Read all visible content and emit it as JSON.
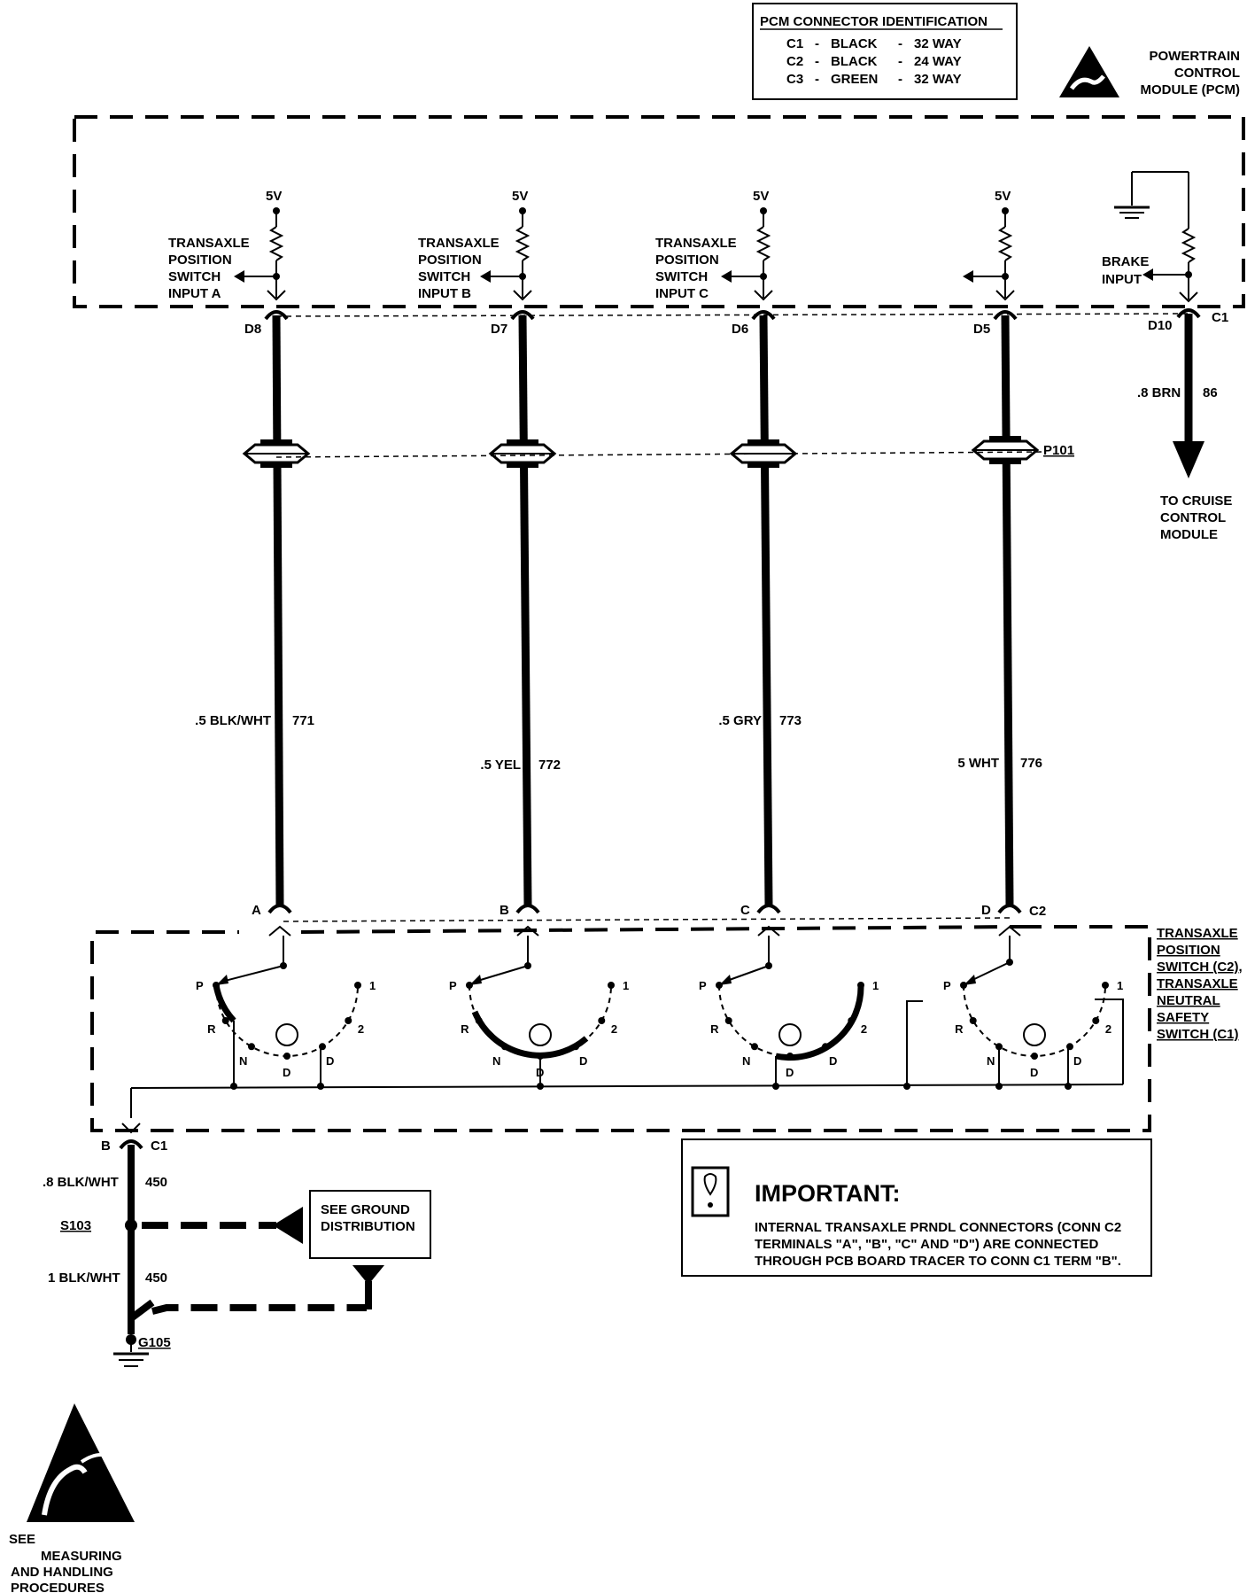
{
  "pcm_connector_id": {
    "title": "PCM CONNECTOR IDENTIFICATION",
    "rows": [
      {
        "id": "C1",
        "color": "BLACK",
        "way": "32 WAY"
      },
      {
        "id": "C2",
        "color": "BLACK",
        "way": "24 WAY"
      },
      {
        "id": "C3",
        "color": "GREEN",
        "way": "32 WAY"
      }
    ]
  },
  "pcm_label": [
    "POWERTRAIN",
    "CONTROL",
    "MODULE (PCM)"
  ],
  "supply_label": "5V",
  "inputs": [
    {
      "lines": [
        "TRANSAXLE",
        "POSITION",
        "SWITCH",
        "INPUT A"
      ],
      "pin": "D8",
      "wire_gauge": ".5 BLK/WHT",
      "circuit": "771",
      "switch_pin": "A"
    },
    {
      "lines": [
        "TRANSAXLE",
        "POSITION",
        "SWITCH",
        "INPUT B"
      ],
      "pin": "D7",
      "wire_gauge": ".5 YEL",
      "circuit": "772",
      "switch_pin": "B"
    },
    {
      "lines": [
        "TRANSAXLE",
        "POSITION",
        "SWITCH",
        "INPUT C"
      ],
      "pin": "D6",
      "wire_gauge": ".5 GRY",
      "circuit": "773",
      "switch_pin": "C"
    },
    {
      "lines": [],
      "pin": "D5",
      "wire_gauge": "5 WHT",
      "circuit": "776",
      "switch_pin": "D"
    }
  ],
  "brake": {
    "lines": [
      "BRAKE",
      "INPUT"
    ],
    "pin": "D10",
    "connector": "C1",
    "wire_gauge": ".8 BRN",
    "circuit": "86",
    "to": [
      "TO CRUISE",
      "CONTROL",
      "MODULE"
    ]
  },
  "inline_connector": "P101",
  "switch_connector": "C2",
  "switch_label": [
    "TRANSAXLE",
    "POSITION",
    "SWITCH (C2),",
    "TRANSAXLE",
    "NEUTRAL",
    "SAFETY",
    "SWITCH (C1)"
  ],
  "positions": [
    "P",
    "R",
    "N",
    "D",
    "D",
    "2",
    "1"
  ],
  "ground_out": {
    "pin": "B",
    "connector": "C1",
    "wire1_gauge": ".8 BLK/WHT",
    "wire1_circuit": "450",
    "splice": "S103",
    "wire2_gauge": "1 BLK/WHT",
    "wire2_circuit": "450",
    "ground": "G105"
  },
  "see_ground": [
    "SEE GROUND",
    "DISTRIBUTION"
  ],
  "important": {
    "title": "IMPORTANT:",
    "lines": [
      "INTERNAL TRANSAXLE PRNDL CONNECTORS (CONN C2",
      "TERMINALS \"A\", \"B\", \"C\" AND \"D\") ARE CONNECTED",
      "THROUGH PCB BOARD TRACER TO CONN C1 TERM \"B\"."
    ]
  },
  "esd_note": [
    "SEE",
    "MEASURING",
    "AND HANDLING",
    "PROCEDURES"
  ]
}
